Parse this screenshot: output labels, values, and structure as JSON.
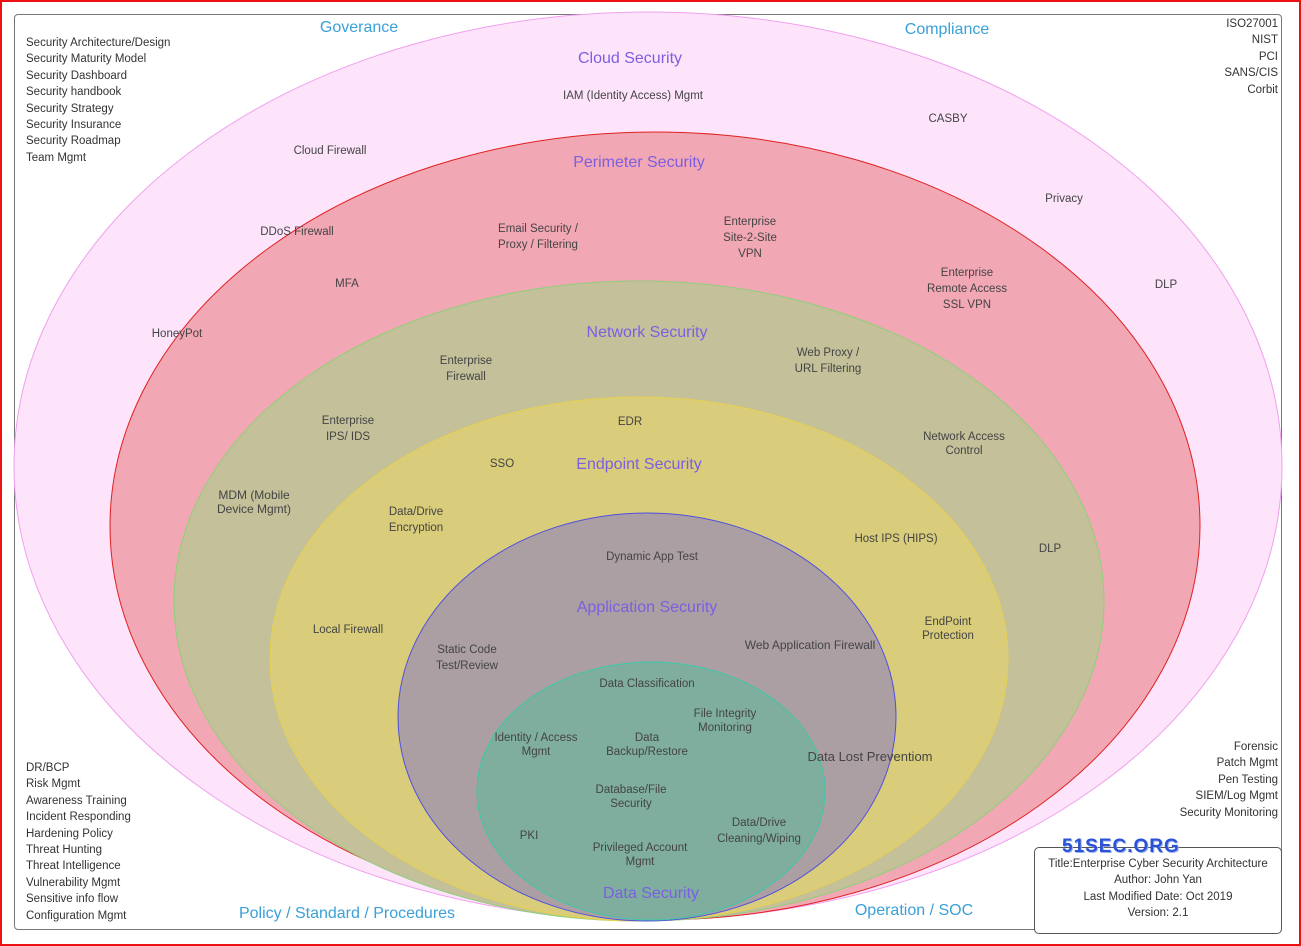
{
  "corners": {
    "governance": "Goverance",
    "compliance": "Compliance",
    "policy": "Policy / Standard / Procedures",
    "operation": "Operation / SOC"
  },
  "governance_items": [
    "Security Architecture/Design",
    "Security Maturity Model",
    "Security Dashboard",
    "Security handbook",
    "Security Strategy",
    "Security Insurance",
    "Security Roadmap",
    "Team Mgmt"
  ],
  "compliance_items": [
    "ISO27001",
    "NIST",
    "PCI",
    "SANS/CIS",
    "Corbit"
  ],
  "policy_items": [
    "DR/BCP",
    "Risk Mgmt",
    "Awareness Training",
    "Incident Responding",
    "Hardening Policy",
    "Threat Hunting",
    "Threat Intelligence",
    "Vulnerability Mgmt",
    "Sensitive info flow",
    "Configuration Mgmt"
  ],
  "operation_items": [
    "Forensic",
    "Patch Mgmt",
    "Pen Testing",
    "SIEM/Log Mgmt",
    "Security Monitoring"
  ],
  "layers": {
    "cloud": {
      "title": "Cloud Security",
      "color": "#fde4fb",
      "stroke": "#f0a0ee"
    },
    "perimeter": {
      "title": "Perimeter Security",
      "color": "#f2a7b4",
      "stroke": "#e02020"
    },
    "network": {
      "title": "Network Security",
      "color": "#c3c09a",
      "stroke": "#8fd07a"
    },
    "endpoint": {
      "title": "Endpoint Security",
      "color": "#d9cc7a",
      "stroke": "#e8d050"
    },
    "application": {
      "title": "Application Security",
      "color": "#ab9fa3",
      "stroke": "#5050e0"
    },
    "data": {
      "title": "Data Security",
      "color": "#7fae9e",
      "stroke": "#3cc8a8"
    }
  },
  "labels": {
    "iam": "IAM (Identity Access) Mgmt",
    "casby": "CASBY",
    "cloud_firewall": "Cloud Firewall",
    "privacy": "Privacy",
    "dlp_cloud": "DLP",
    "ddos": "DDoS Firewall",
    "email_1": "Email Security /",
    "email_2": "Proxy / Filtering",
    "s2s_1": "Enterprise",
    "s2s_2": "Site-2-Site",
    "s2s_3": "VPN",
    "ra_1": "Enterprise",
    "ra_2": "Remote Access",
    "ra_3": "SSL VPN",
    "mfa": "MFA",
    "honeypot": "HoneyPot",
    "ent_fw_1": "Enterprise",
    "ent_fw_2": "Firewall",
    "webproxy_1": "Web Proxy /",
    "webproxy_2": "URL Filtering",
    "ips_1": "Enterprise",
    "ips_2": "IPS/ IDS",
    "edr": "EDR",
    "nac_1": "Network Access",
    "nac_2": "Control",
    "sso": "SSO",
    "mdm_1": "MDM (Mobile",
    "mdm_2": "Device Mgmt)",
    "dlp_net": "DLP",
    "dde_1": "Data/Drive",
    "dde_2": "Encryption",
    "hips": "Host IPS (HIPS)",
    "dat": "Dynamic App Test",
    "local_fw": "Local Firewall",
    "epp_1": "EndPoint",
    "epp_2": "Protection",
    "sct_1": "Static Code",
    "sct_2": "Test/Review",
    "waf": "Web Application Firewall",
    "data_class": "Data Classification",
    "fim_1": "File Integrity",
    "fim_2": "Monitoring",
    "iam_data_1": "Identity / Access",
    "iam_data_2": "Mgmt",
    "backup_1": "Data",
    "backup_2": "Backup/Restore",
    "dlp_data": "Data Lost Preventiom",
    "dbsec_1": "Database/File",
    "dbsec_2": "Security",
    "wipe_1": "Data/Drive",
    "wipe_2": "Cleaning/Wiping",
    "pki": "PKI",
    "pam_1": "Privileged Account",
    "pam_2": "Mgmt"
  },
  "info": {
    "title": "Title:Enterprise Cyber Security Architecture",
    "author": "Author: John Yan",
    "modified": "Last Modified Date: Oct 2019",
    "version": "Version: 2.1"
  },
  "watermark": "51SEC.ORG"
}
